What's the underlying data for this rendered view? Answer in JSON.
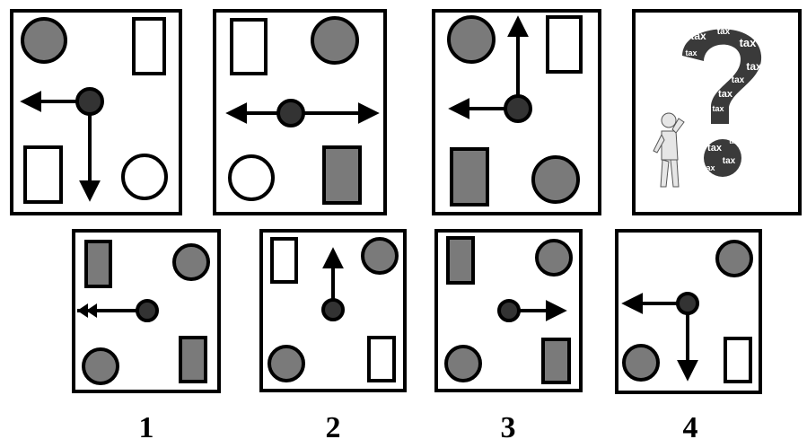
{
  "colors": {
    "stroke": "#000000",
    "filled_shape": "#7a7a7a",
    "question_mark_dark": "#3a3a3a",
    "figure_body": "#e6e6e6"
  },
  "question_panel": {
    "icon": "question-mark-with-thinking-figure-icon",
    "tax_words": [
      "tax",
      "tax",
      "tax",
      "tax",
      "tax",
      "tax",
      "tax",
      "tax",
      "tax",
      "tax",
      "tax",
      "tax"
    ]
  },
  "options": [
    {
      "label": "1"
    },
    {
      "label": "2"
    },
    {
      "label": "3"
    },
    {
      "label": "4"
    }
  ]
}
